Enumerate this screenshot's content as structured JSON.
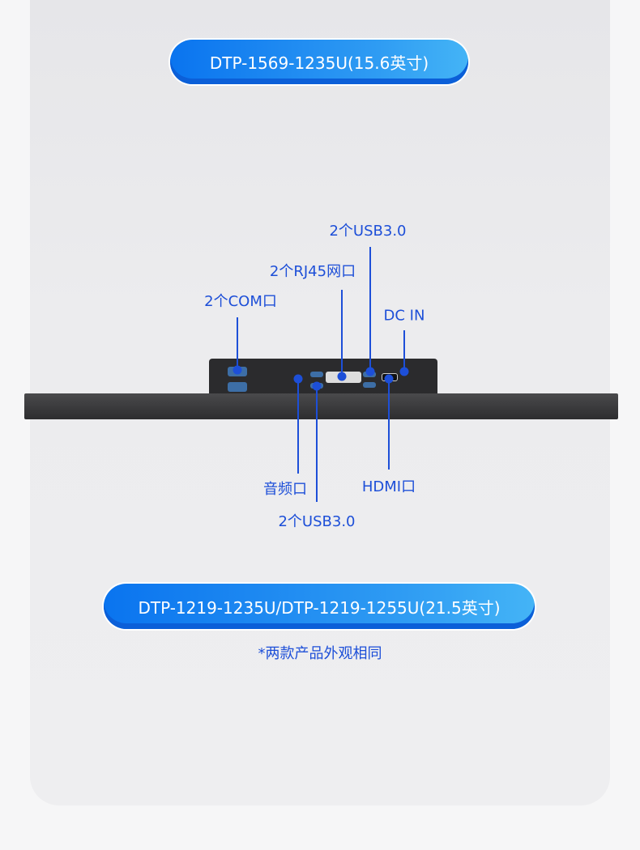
{
  "top_model": "DTP-1569-1235U(15.6英寸)",
  "bottom_model": "DTP-1219-1235U/DTP-1219-1255U(21.5英寸)",
  "labels": {
    "usb_top": "2个USB3.0",
    "rj45": "2个RJ45网口",
    "com": "2个COM口",
    "dcin": "DC IN",
    "audio": "音频口",
    "usb_bottom": "2个USB3.0",
    "hdmi": "HDMI口"
  },
  "note": "*两款产品外观相同",
  "colors": {
    "accent": "#1d4fd8",
    "pill": "#1a85f0"
  }
}
